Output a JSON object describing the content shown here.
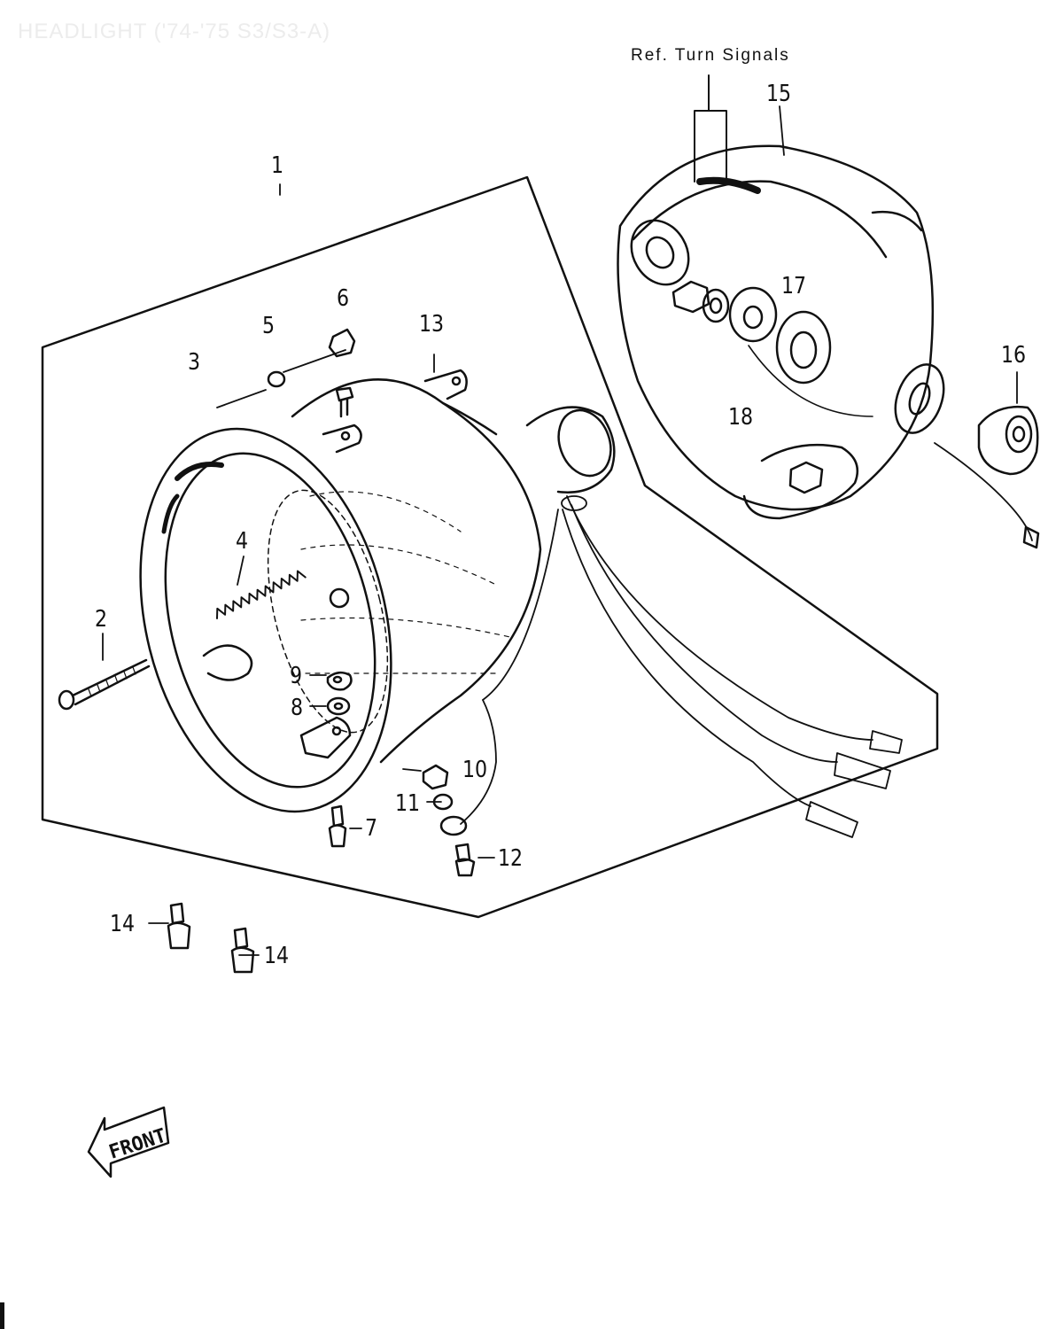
{
  "title": "HEADLIGHT ('74-'75 S3/S3-A)",
  "ref_label": "Ref.  Turn Signals",
  "front_label": "FRONT",
  "colors": {
    "line": "#111111",
    "paper": "#ffffff",
    "faded_title": "#ececec"
  },
  "callouts": [
    {
      "id": "1",
      "text": "1",
      "part": "headlight-assembly"
    },
    {
      "id": "2",
      "text": "2",
      "part": "adjusting-screw"
    },
    {
      "id": "3",
      "text": "3",
      "part": "rim"
    },
    {
      "id": "4",
      "text": "4",
      "part": "spring"
    },
    {
      "id": "5",
      "text": "5",
      "part": "washer"
    },
    {
      "id": "6",
      "text": "6",
      "part": "nut"
    },
    {
      "id": "7",
      "text": "7",
      "part": "screw"
    },
    {
      "id": "8",
      "text": "8",
      "part": "washer"
    },
    {
      "id": "9",
      "text": "9",
      "part": "nut"
    },
    {
      "id": "10",
      "text": "10",
      "part": "nut"
    },
    {
      "id": "11",
      "text": "11",
      "part": "lock-washer"
    },
    {
      "id": "12",
      "text": "12",
      "part": "screw"
    },
    {
      "id": "13",
      "text": "13",
      "part": "sealed-beam-unit"
    },
    {
      "id": "14a",
      "text": "14",
      "part": "screw"
    },
    {
      "id": "14b",
      "text": "14",
      "part": "screw"
    },
    {
      "id": "15",
      "text": "15",
      "part": "headlight-housing"
    },
    {
      "id": "16",
      "text": "16",
      "part": "grommet"
    },
    {
      "id": "17",
      "text": "17",
      "part": "grommet"
    },
    {
      "id": "18",
      "text": "18",
      "part": "collar"
    }
  ]
}
